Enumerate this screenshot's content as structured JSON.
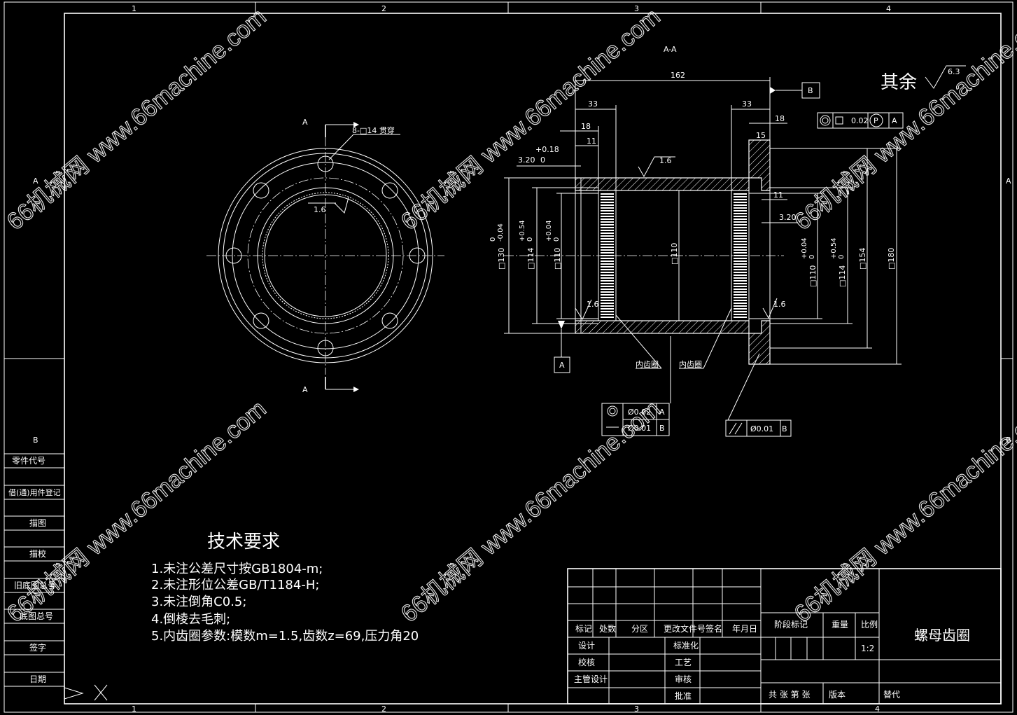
{
  "border": {
    "col_labels": [
      "1",
      "2",
      "3",
      "4"
    ],
    "row_labels": [
      "A",
      "B"
    ]
  },
  "side_panel": {
    "top_label": "B",
    "items": [
      "零件代号",
      "借(通)用件登记",
      "描图",
      "描校",
      "旧底图总号",
      "底图总号",
      "签字",
      "日期"
    ]
  },
  "front_view": {
    "section_mark": "A",
    "hole_note": "8-□14 贯穿",
    "roughness": "1.6"
  },
  "section_view": {
    "title": "A-A",
    "other_roughness": "其余",
    "other_roughness_value": "6.3",
    "datum_b": "B",
    "datum_a": "A",
    "dims": {
      "overall_length": "162",
      "left_33": "33",
      "right_33": "33",
      "left_18": "18",
      "right_18": "18",
      "left_11": "11",
      "right_11": "11",
      "right_15": "15",
      "groove_tol_upper": "+0.18",
      "groove_base": "3.20",
      "groove_tol_lower": "0",
      "groove_right": "3.20",
      "roughness_top": "1.6",
      "roughness_left": "1.6",
      "roughness_right": "1.6",
      "d130": "□130",
      "d130_tol_upper": "0",
      "d130_tol_lower": "-0.04",
      "d114_left": "□114",
      "d114_left_tol_upper": "+0.54",
      "d114_left_tol_lower": "0",
      "d110_left": "□110",
      "d110_left_tol_upper": "+0.04",
      "d110_left_tol_lower": "0",
      "d110_center": "□110",
      "d110_right": "□110",
      "d110_right_tol_upper": "+0.04",
      "d110_right_tol_lower": "0",
      "d114_right": "□114",
      "d114_right_tol_upper": "+0.54",
      "d114_right_tol_lower": "0",
      "d154": "□154",
      "d180": "□180"
    },
    "gtol_top": {
      "value": "0.02",
      "modifier": "P",
      "datum": "A"
    },
    "gtol_left_row1": {
      "value": "Ø0.02",
      "datum": "A"
    },
    "gtol_left_row2": {
      "value": "Ø0.01",
      "datum": "B"
    },
    "gtol_right": {
      "value": "Ø0.01",
      "datum": "B"
    },
    "leader_label_1": "内齿圈",
    "leader_label_2": "内齿圈"
  },
  "tech_requirements": {
    "title": "技术要求",
    "items": [
      "1.未注公差尺寸按GB1804-m;",
      "2.未注形位公差GB/T1184-H;",
      "3.未注倒角C0.5;",
      "4.倒棱去毛刺;",
      "5.内齿圈参数:模数m=1.5,齿数z=69,压力角20"
    ]
  },
  "title_block": {
    "labels": {
      "mark": "标记",
      "count": "处数",
      "zone": "分区",
      "doc_no": "更改文件号",
      "sign": "签名",
      "date": "年月日",
      "design": "设计",
      "standard": "标准化",
      "check": "校核",
      "process": "工艺",
      "chief": "主管设计",
      "review": "审核",
      "approve": "批准",
      "stage": "阶段标记",
      "weight": "重量",
      "scale": "比例",
      "sheets": "共  张 第  张",
      "version": "版本",
      "replace": "替代"
    },
    "scale_value": "1:2",
    "part_name": "螺母齿圈"
  },
  "watermark": "66机械网 www.66machine.com"
}
